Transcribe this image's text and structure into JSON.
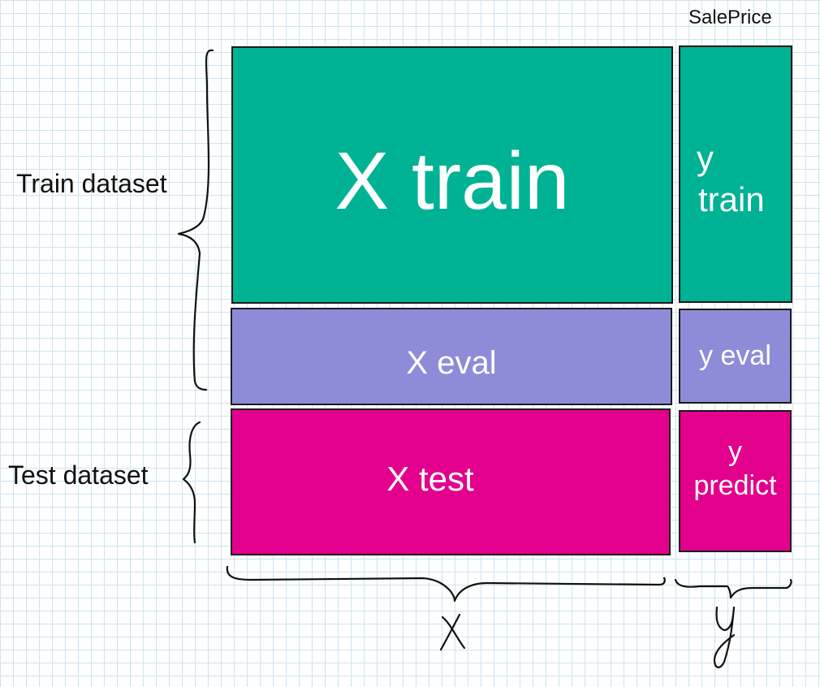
{
  "colors": {
    "train": "#00b294",
    "eval": "#8e8cd8",
    "test": "#e3008c",
    "grid": "#cfe3ee",
    "ink": "#111111"
  },
  "header": {
    "target_column": "SalePrice"
  },
  "side_labels": {
    "train": "Train dataset",
    "test": "Test dataset"
  },
  "boxes": {
    "x_train": "X train",
    "y_train_line1": "y",
    "y_train_line2": "train",
    "x_eval": "X eval",
    "y_eval": "y eval",
    "x_test": "X test",
    "y_predict_line1": "y",
    "y_predict_line2": "predict"
  },
  "bottom_labels": {
    "x": "X",
    "y": "y"
  }
}
